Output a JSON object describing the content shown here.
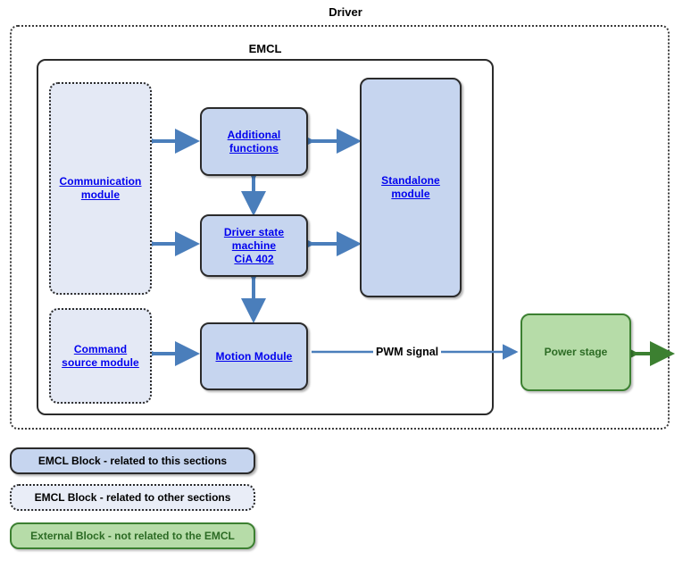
{
  "diagram": {
    "outer_title": "Driver",
    "inner_title": "EMCL",
    "colors": {
      "block_solid_fill": "#c6d5ef",
      "block_dotted_fill": "#e4e9f5",
      "block_external_fill": "#b6dca8",
      "block_border": "#2b2b2b",
      "external_border": "#3c8031",
      "link_text": "#0000ee",
      "external_text": "#2c6b24",
      "arrow_blue": "#4a7ebb",
      "arrow_green": "#3c8031"
    },
    "blocks": [
      {
        "id": "communication-module",
        "label": "Communication module",
        "style": "dotted"
      },
      {
        "id": "command-source-module",
        "label": "Command source module",
        "style": "dotted"
      },
      {
        "id": "additional-functions",
        "label": "Additional functions",
        "style": "solid"
      },
      {
        "id": "driver-state-machine",
        "label": "Driver state machine CiA 402",
        "style": "solid"
      },
      {
        "id": "motion-module",
        "label": "Motion Module",
        "style": "solid"
      },
      {
        "id": "standalone-module",
        "label": "Standalone module",
        "style": "solid"
      },
      {
        "id": "power-stage",
        "label": "Power stage",
        "style": "external"
      }
    ],
    "labels": {
      "communication_module_line1": "Communication ",
      "communication_module_line2": "module",
      "command_source_line1": "Command ",
      "command_source_line2": "source module",
      "additional_functions_line1": "Additional ",
      "additional_functions_line2": "functions",
      "driver_state_line1": "Driver state ",
      "driver_state_line2": "machine ",
      "driver_state_line3": "CiA 402",
      "motion_module": "Motion Module",
      "standalone_line1": "Standalone ",
      "standalone_line2": "module",
      "power_stage": "Power stage",
      "pwm_signal": "PWM signal"
    },
    "connections": [
      {
        "from": "communication-module",
        "to": "additional-functions",
        "type": "bidirectional"
      },
      {
        "from": "communication-module",
        "to": "driver-state-machine",
        "type": "bidirectional"
      },
      {
        "from": "additional-functions",
        "to": "driver-state-machine",
        "type": "bidirectional"
      },
      {
        "from": "additional-functions",
        "to": "standalone-module",
        "type": "bidirectional"
      },
      {
        "from": "driver-state-machine",
        "to": "standalone-module",
        "type": "bidirectional"
      },
      {
        "from": "driver-state-machine",
        "to": "motion-module",
        "type": "bidirectional"
      },
      {
        "from": "command-source-module",
        "to": "motion-module",
        "type": "bidirectional"
      },
      {
        "from": "motion-module",
        "to": "power-stage",
        "type": "directional",
        "label": "PWM signal"
      },
      {
        "from": "power-stage",
        "to": "external",
        "type": "bidirectional"
      }
    ]
  },
  "legend": {
    "items": [
      {
        "id": "legend-emcl-this",
        "label": "EMCL Block - related to this sections",
        "style": "solid"
      },
      {
        "id": "legend-emcl-other",
        "label": "EMCL Block - related to other sections",
        "style": "dotted"
      },
      {
        "id": "legend-external",
        "label": "External Block - not related to the EMCL",
        "style": "external"
      }
    ]
  }
}
